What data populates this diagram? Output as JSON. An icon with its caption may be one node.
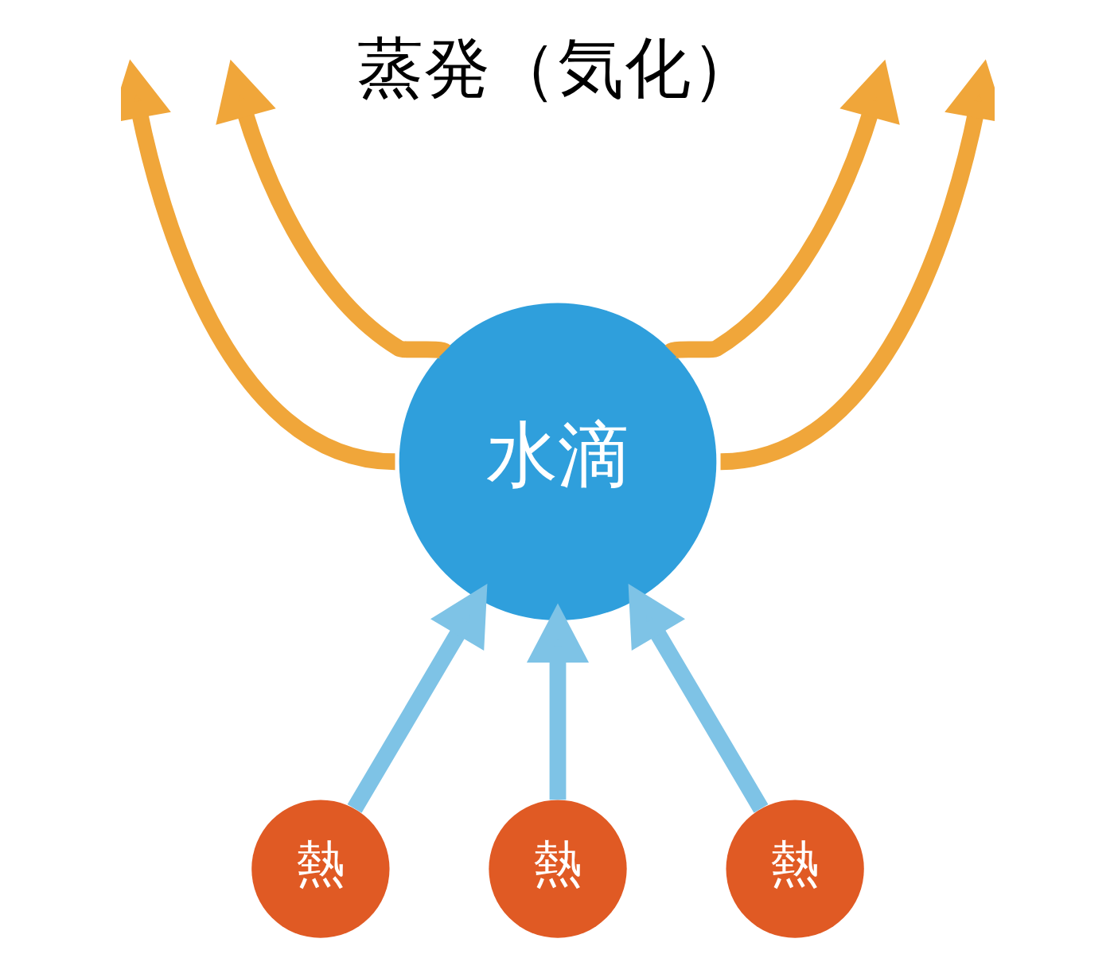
{
  "diagram": {
    "nodes": [
      {
        "text": [
          "水滴"
        ]
      },
      {
        "text": [
          "熱"
        ]
      },
      {
        "text": [
          "熱"
        ]
      },
      {
        "text": [
          "熱"
        ]
      }
    ],
    "edges": [
      {
        "from": 0,
        "to": null,
        "arrow": "to",
        "color": "#f0a63a"
      },
      {
        "from": 0,
        "to": null,
        "arrow": "to",
        "color": "#f0a63a"
      },
      {
        "from": 0,
        "to": null,
        "arrow": "to",
        "color": "#f0a63a"
      },
      {
        "from": 0,
        "to": null,
        "arrow": "to",
        "color": "#f0a63a"
      },
      {
        "from": 1,
        "to": 0,
        "arrow": "to",
        "color": "#7ec3e6"
      },
      {
        "from": 2,
        "to": 0,
        "arrow": "to",
        "color": "#7ec3e6"
      },
      {
        "from": 3,
        "to": 0,
        "arrow": "to",
        "color": "#7ec3e6"
      }
    ],
    "labels": [
      "蒸発（気化）"
    ]
  }
}
